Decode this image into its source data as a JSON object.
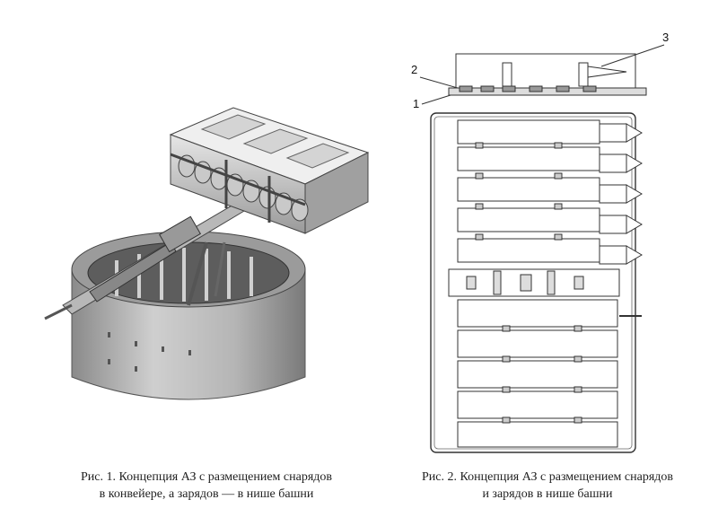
{
  "figure1": {
    "caption_line1": "Рис. 1. Концепция АЗ с размещением снарядов",
    "caption_line2": "в конвейере, а зарядов — в нише башни"
  },
  "figure2": {
    "caption_line1": "Рис. 2. Концепция АЗ с размещением снарядов",
    "caption_line2": "и зарядов в нише башни",
    "callouts": [
      "1",
      "2",
      "3"
    ]
  },
  "colors": {
    "line": "#333333",
    "metal_light": "#d9d9d9",
    "metal_mid": "#a8a8a8",
    "metal_dark": "#6e6e6e"
  }
}
